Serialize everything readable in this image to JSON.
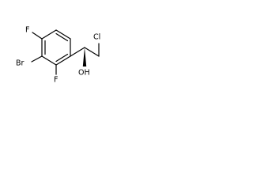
{
  "structure": {
    "atoms": [
      {
        "id": "C1",
        "label": ""
      },
      {
        "id": "C2",
        "label": ""
      },
      {
        "id": "C3",
        "label": ""
      },
      {
        "id": "C4",
        "label": ""
      },
      {
        "id": "C5",
        "label": ""
      },
      {
        "id": "C6",
        "label": ""
      },
      {
        "id": "C7",
        "label": ""
      },
      {
        "id": "C8",
        "label": ""
      },
      {
        "id": "F1",
        "label": "F"
      },
      {
        "id": "Br1",
        "label": "Br"
      },
      {
        "id": "F2",
        "label": "F"
      },
      {
        "id": "O1",
        "label": "OH"
      },
      {
        "id": "Cl1",
        "label": "Cl"
      }
    ],
    "bonds": [
      {
        "from": "C1",
        "to": "C2",
        "order": 1
      },
      {
        "from": "C2",
        "to": "C3",
        "order": 2
      },
      {
        "from": "C3",
        "to": "C4",
        "order": 1
      },
      {
        "from": "C4",
        "to": "C5",
        "order": 2
      },
      {
        "from": "C5",
        "to": "C6",
        "order": 1
      },
      {
        "from": "C6",
        "to": "C1",
        "order": 2
      },
      {
        "from": "C3",
        "to": "F1",
        "order": 1
      },
      {
        "from": "C4",
        "to": "Br1",
        "order": 1
      },
      {
        "from": "C5",
        "to": "F2",
        "order": 1
      },
      {
        "from": "C6",
        "to": "C7",
        "order": 1
      },
      {
        "from": "C7",
        "to": "O1",
        "order": 1,
        "stereo": "wedge"
      },
      {
        "from": "C7",
        "to": "C8",
        "order": 1
      },
      {
        "from": "C8",
        "to": "Cl1",
        "order": 1
      }
    ]
  }
}
